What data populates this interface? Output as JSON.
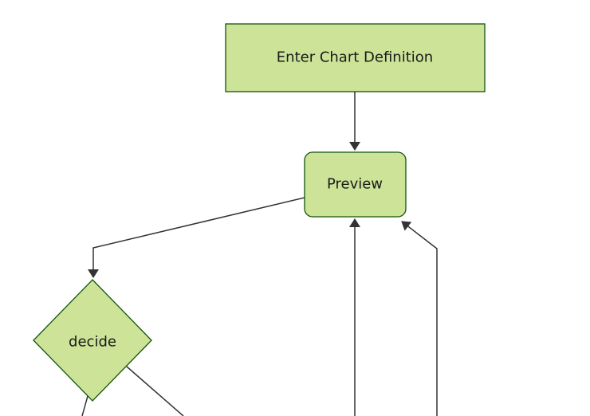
{
  "colors": {
    "canvas-bg": "#ffffff",
    "node-fill": "#cde498",
    "node-border": "#13540c",
    "edge-line": "#333333",
    "arrowhead": "#333333",
    "label-text": "#1a1a1a"
  },
  "diagram": {
    "type": "flowchart",
    "direction": "top-down",
    "nodes": [
      {
        "id": "enter-chart-definition",
        "label": "Enter Chart Definition",
        "shape": "rectangle"
      },
      {
        "id": "preview",
        "label": "Preview",
        "shape": "rounded-rectangle"
      },
      {
        "id": "decide",
        "label": "decide",
        "shape": "diamond"
      }
    ],
    "edges": [
      {
        "from": "enter-chart-definition",
        "to": "preview",
        "arrowhead": true
      },
      {
        "from": "preview",
        "to": "decide",
        "arrowhead": true
      },
      {
        "from": "offscreen-bottom",
        "to": "preview",
        "arrowhead": true
      },
      {
        "from": "offscreen-bottom",
        "to": "preview",
        "arrowhead": true
      },
      {
        "from": "decide",
        "to": "offscreen-bottom",
        "arrowhead": false
      },
      {
        "from": "decide",
        "to": "offscreen-bottom",
        "arrowhead": false
      }
    ]
  }
}
